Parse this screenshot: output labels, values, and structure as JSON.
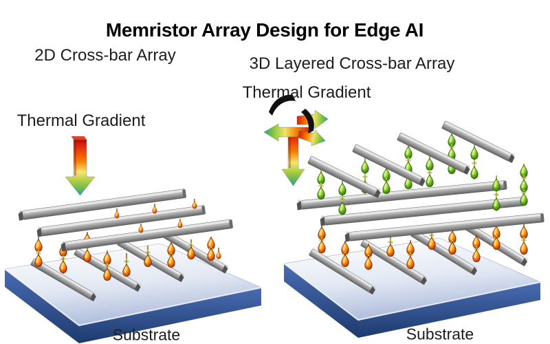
{
  "title": "Memristor Array Design for Edge AI",
  "panels": {
    "left": {
      "heading": "2D Cross-bar Array",
      "thermal_label": "Thermal Gradient",
      "substrate_label": "Substrate"
    },
    "right": {
      "heading": "3D Layered Cross-bar Array",
      "thermal_label": "Thermal Gradient",
      "substrate_label": "Substrate"
    }
  },
  "palette": {
    "background": "#ffffff",
    "title_text": "#000000",
    "label_text": "#1d1d1d",
    "electrode_bar_gray": "#a8a8a8",
    "substrate_top": "#dfe6f2",
    "substrate_side_blue": "#2c4d90",
    "memristor_hot_orange": "#ee6f00",
    "memristor_cool_green": "#5aaa16",
    "thermal_hot": "#d81f0d",
    "thermal_mid": "#f7e56e",
    "thermal_cold": "#2ba18e"
  }
}
